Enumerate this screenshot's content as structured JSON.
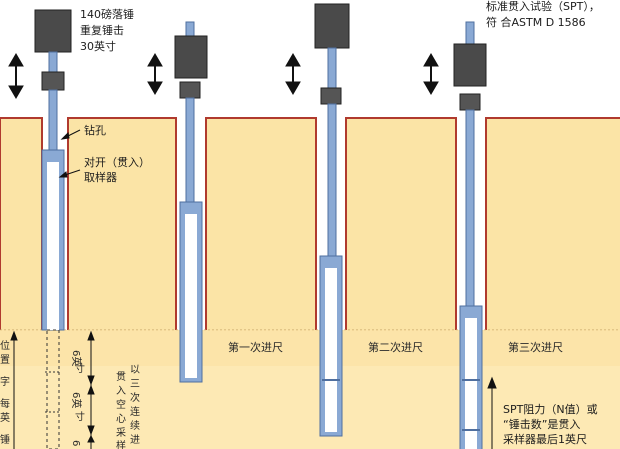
{
  "annotations": {
    "hammer": [
      "140磅落锤",
      "重复锤击",
      "30英寸"
    ],
    "borehole": "钻孔",
    "sampler": [
      "对开（贯入）",
      "取样器"
    ],
    "spt_standard": [
      "标准贯入试验（SPT），",
      "符 合ASTM D 1586"
    ],
    "first_increment": "第一次进尺",
    "second_increment": "第二次进尺",
    "third_increment": "第三次进尺",
    "spt_resistance": [
      "SPT阻力（N值）或",
      "“锤击数”是贯入",
      "采样器最后1英尺"
    ],
    "six_inch_1": [
      "6英",
      "寸"
    ],
    "six_inch_2": [
      "6英",
      "寸"
    ],
    "six_inch_3": [
      "6"
    ],
    "drive_note": [
      "以",
      "三",
      "次",
      "连",
      "续",
      "进"
    ],
    "drive_note_2": [
      "贯",
      "入",
      "空",
      "心",
      "采",
      "样"
    ],
    "left_edge_1": [
      "位",
      "置"
    ],
    "left_edge_2": [
      "每",
      "英",
      "锤"
    ],
    "left_edge_3": [
      "字"
    ]
  },
  "colors": {
    "soil": "#fbe4a6",
    "soil_lower": "#fde9b4",
    "soil_border": "#b03a2e",
    "rod": "#8aa9d4",
    "rod_edge": "#4f6f9f",
    "hammer": "#4a4a4a",
    "anvil": "#555555",
    "sampler_fill": "#ffffff",
    "arrow": "#111111"
  }
}
